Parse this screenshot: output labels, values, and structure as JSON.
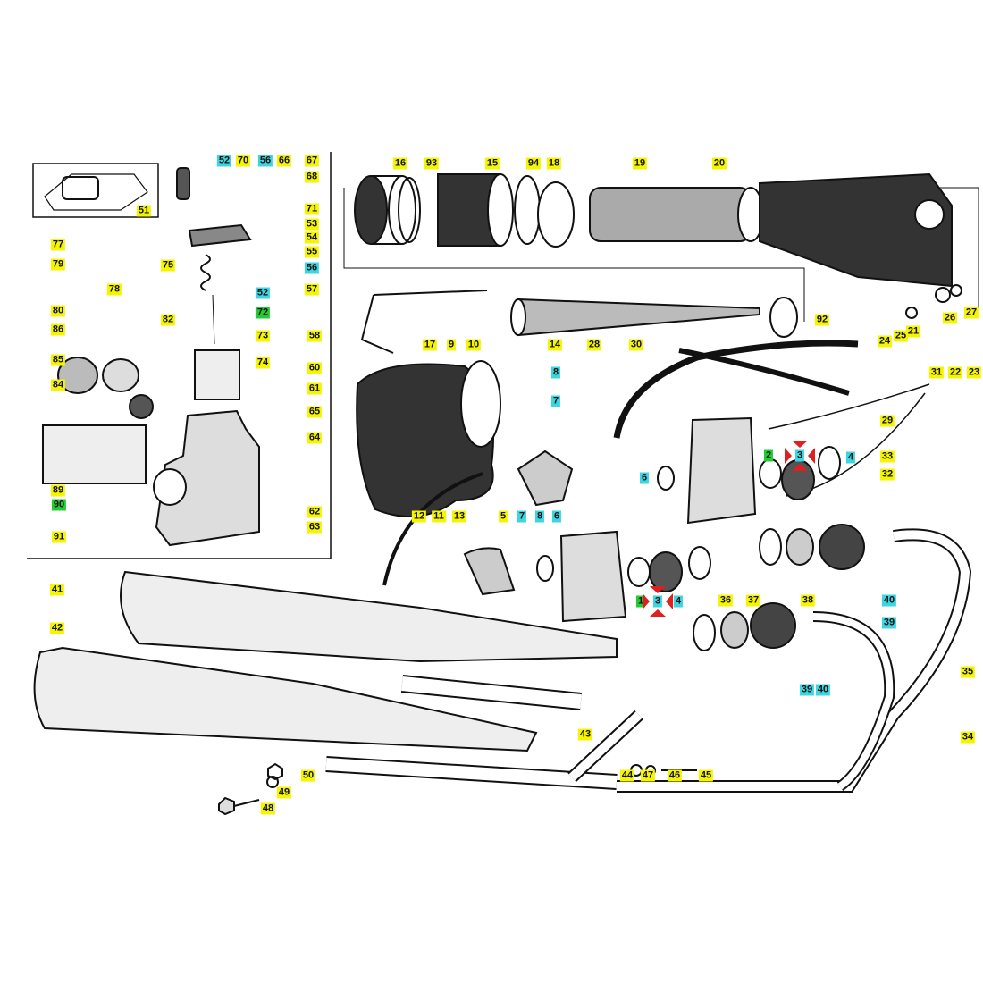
{
  "diagram": {
    "title": "Carburettor, air filter and exhaust exploded parts diagram",
    "colors": {
      "yellow": "#f5f500",
      "cyan": "#3dd5e0",
      "green": "#22cc33",
      "marker": "#e02020"
    },
    "labels": [
      {
        "n": "51",
        "t": "y"
      },
      {
        "n": "52",
        "t": "c"
      },
      {
        "n": "70",
        "t": "y"
      },
      {
        "n": "56",
        "t": "c"
      },
      {
        "n": "66",
        "t": "y"
      },
      {
        "n": "67",
        "t": "y"
      },
      {
        "n": "68",
        "t": "y"
      },
      {
        "n": "71",
        "t": "y"
      },
      {
        "n": "53",
        "t": "y"
      },
      {
        "n": "54",
        "t": "y"
      },
      {
        "n": "55",
        "t": "y"
      },
      {
        "n": "56",
        "t": "c"
      },
      {
        "n": "57",
        "t": "y"
      },
      {
        "n": "58",
        "t": "y"
      },
      {
        "n": "52",
        "t": "c"
      },
      {
        "n": "72",
        "t": "g"
      },
      {
        "n": "73",
        "t": "y"
      },
      {
        "n": "74",
        "t": "y"
      },
      {
        "n": "60",
        "t": "y"
      },
      {
        "n": "61",
        "t": "y"
      },
      {
        "n": "65",
        "t": "y"
      },
      {
        "n": "64",
        "t": "y"
      },
      {
        "n": "62",
        "t": "y"
      },
      {
        "n": "63",
        "t": "y"
      },
      {
        "n": "77",
        "t": "y"
      },
      {
        "n": "79",
        "t": "y"
      },
      {
        "n": "75",
        "t": "y"
      },
      {
        "n": "78",
        "t": "y"
      },
      {
        "n": "80",
        "t": "y"
      },
      {
        "n": "82",
        "t": "y"
      },
      {
        "n": "86",
        "t": "y"
      },
      {
        "n": "85",
        "t": "y"
      },
      {
        "n": "84",
        "t": "y"
      },
      {
        "n": "89",
        "t": "y"
      },
      {
        "n": "90",
        "t": "g"
      },
      {
        "n": "91",
        "t": "y"
      },
      {
        "n": "16",
        "t": "y"
      },
      {
        "n": "93",
        "t": "y"
      },
      {
        "n": "15",
        "t": "y"
      },
      {
        "n": "94",
        "t": "y"
      },
      {
        "n": "18",
        "t": "y"
      },
      {
        "n": "19",
        "t": "y"
      },
      {
        "n": "20",
        "t": "y"
      },
      {
        "n": "92",
        "t": "y"
      },
      {
        "n": "24",
        "t": "y"
      },
      {
        "n": "25",
        "t": "y"
      },
      {
        "n": "21",
        "t": "y"
      },
      {
        "n": "26",
        "t": "y"
      },
      {
        "n": "27",
        "t": "y"
      },
      {
        "n": "31",
        "t": "y"
      },
      {
        "n": "22",
        "t": "y"
      },
      {
        "n": "23",
        "t": "y"
      },
      {
        "n": "29",
        "t": "y"
      },
      {
        "n": "33",
        "t": "y"
      },
      {
        "n": "32",
        "t": "y"
      },
      {
        "n": "17",
        "t": "y"
      },
      {
        "n": "9",
        "t": "y"
      },
      {
        "n": "10",
        "t": "y"
      },
      {
        "n": "14",
        "t": "y"
      },
      {
        "n": "28",
        "t": "y"
      },
      {
        "n": "30",
        "t": "y"
      },
      {
        "n": "8",
        "t": "c"
      },
      {
        "n": "7",
        "t": "c"
      },
      {
        "n": "6",
        "t": "c"
      },
      {
        "n": "2",
        "t": "g"
      },
      {
        "n": "3",
        "t": "c"
      },
      {
        "n": "4",
        "t": "c"
      },
      {
        "n": "12",
        "t": "y"
      },
      {
        "n": "11",
        "t": "y"
      },
      {
        "n": "13",
        "t": "y"
      },
      {
        "n": "5",
        "t": "y"
      },
      {
        "n": "7",
        "t": "c"
      },
      {
        "n": "8",
        "t": "c"
      },
      {
        "n": "6",
        "t": "c"
      },
      {
        "n": "1",
        "t": "g"
      },
      {
        "n": "3",
        "t": "c"
      },
      {
        "n": "4",
        "t": "c"
      },
      {
        "n": "36",
        "t": "y"
      },
      {
        "n": "37",
        "t": "y"
      },
      {
        "n": "38",
        "t": "y"
      },
      {
        "n": "40",
        "t": "c"
      },
      {
        "n": "39",
        "t": "c"
      },
      {
        "n": "39",
        "t": "c"
      },
      {
        "n": "40",
        "t": "c"
      },
      {
        "n": "35",
        "t": "y"
      },
      {
        "n": "34",
        "t": "y"
      },
      {
        "n": "41",
        "t": "y"
      },
      {
        "n": "42",
        "t": "y"
      },
      {
        "n": "43",
        "t": "y"
      },
      {
        "n": "44",
        "t": "y"
      },
      {
        "n": "47",
        "t": "y"
      },
      {
        "n": "46",
        "t": "y"
      },
      {
        "n": "45",
        "t": "y"
      },
      {
        "n": "50",
        "t": "y"
      },
      {
        "n": "49",
        "t": "y"
      },
      {
        "n": "48",
        "t": "y"
      }
    ]
  }
}
